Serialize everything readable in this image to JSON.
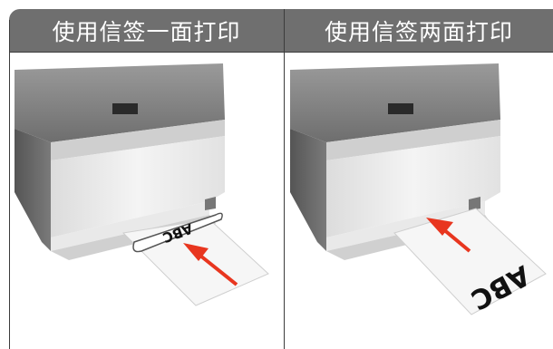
{
  "columns": [
    {
      "title": "使用信签一面打印",
      "paper_text": "ABC"
    },
    {
      "title": "使用信签两面打印",
      "paper_text": "ABC"
    }
  ],
  "colors": {
    "header_bg": "#6f6f6f",
    "arrow": "#e8361f",
    "border": "#3c3c3c"
  },
  "icons": [
    "printer-illustration",
    "feed-arrow-icon"
  ]
}
